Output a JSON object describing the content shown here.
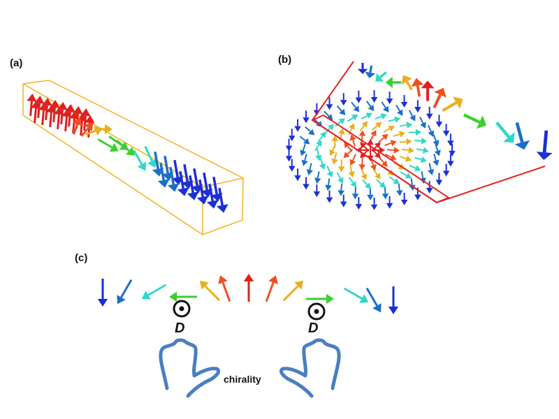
{
  "figure": {
    "panels": [
      {
        "id": "a",
        "label": "(a)",
        "description": "Domain wall in a rectangular bar: spins rotate from up (red) to down (blue)"
      },
      {
        "id": "b",
        "label": "(b)",
        "description": "Skyrmion with highlighted cross-section showing spin rotation"
      },
      {
        "id": "c",
        "label": "(c)",
        "description": "1D spin rotation with DMI vectors and chirality hands"
      }
    ],
    "panel_c": {
      "dmi_label": "D",
      "chirality_label": "chirality",
      "arrow_angles_deg": [
        180,
        210,
        240,
        270,
        315,
        340,
        0,
        20,
        45,
        90,
        120,
        150,
        180
      ],
      "arrow_colors": [
        "#1a2fd6",
        "#1a6fc8",
        "#2fd8c8",
        "#3ad030",
        "#e8b020",
        "#f05020",
        "#e02020",
        "#f05020",
        "#e8b020",
        "#3ad030",
        "#2fd8c8",
        "#1a6fc8",
        "#1a2fd6"
      ]
    },
    "colors": {
      "box_a": "#f5b21e",
      "box_b": "#e82020",
      "hand": "#4a7fc0",
      "up": "#e02020",
      "down": "#1a2fd6"
    }
  }
}
